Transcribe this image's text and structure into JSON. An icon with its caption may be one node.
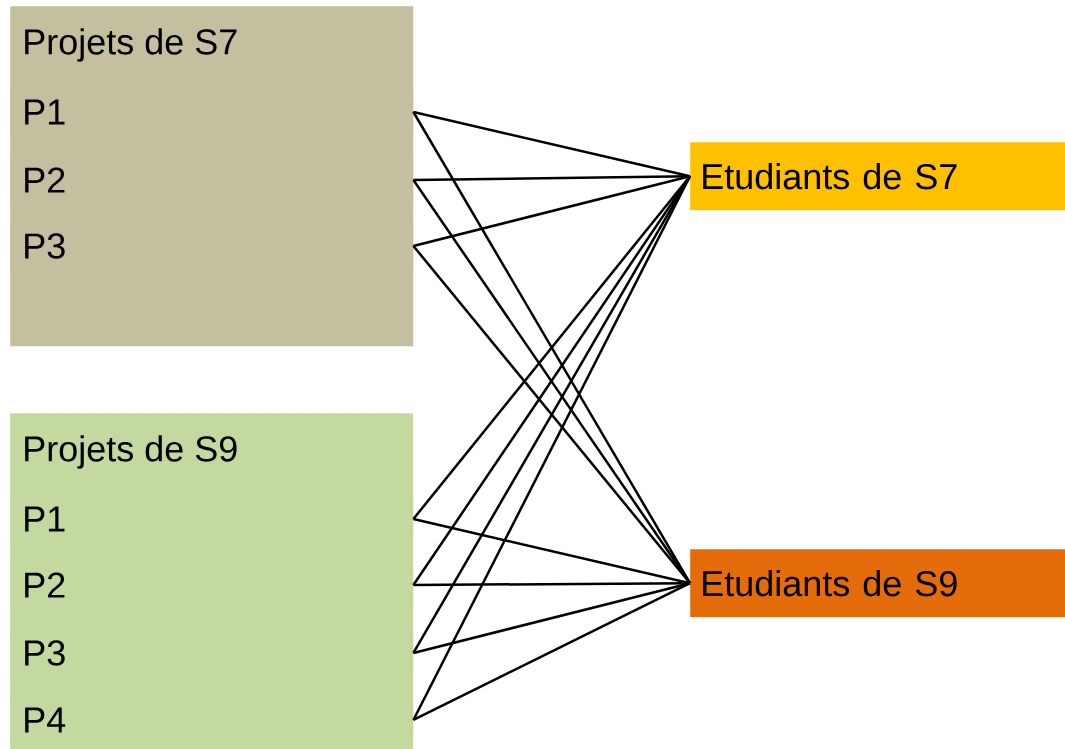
{
  "diagram": {
    "nodes": [
      {
        "text": [
          "Projets de S7"
        ]
      },
      {
        "text": [
          "P1"
        ],
        "in": 0
      },
      {
        "text": [
          "P2"
        ],
        "in": 0
      },
      {
        "text": [
          "P3"
        ],
        "in": 0
      },
      {
        "text": [
          "Projets de S9"
        ]
      },
      {
        "text": [
          "P1"
        ],
        "in": 4
      },
      {
        "text": [
          "P2"
        ],
        "in": 4
      },
      {
        "text": [
          "P3"
        ],
        "in": 4
      },
      {
        "text": [
          "P4"
        ],
        "in": 4
      },
      {
        "text": [
          "Etudiants de S7"
        ]
      },
      {
        "text": [
          "Etudiants de S9"
        ]
      }
    ],
    "edges": [
      {
        "from": 1,
        "to": 9,
        "arrow": "none"
      },
      {
        "from": 1,
        "to": 10,
        "arrow": "none"
      },
      {
        "from": 2,
        "to": 9,
        "arrow": "none"
      },
      {
        "from": 2,
        "to": 10,
        "arrow": "none"
      },
      {
        "from": 3,
        "to": 9,
        "arrow": "none"
      },
      {
        "from": 3,
        "to": 10,
        "arrow": "none"
      },
      {
        "from": 5,
        "to": 9,
        "arrow": "none"
      },
      {
        "from": 5,
        "to": 10,
        "arrow": "none"
      },
      {
        "from": 6,
        "to": 9,
        "arrow": "none"
      },
      {
        "from": 6,
        "to": 10,
        "arrow": "none"
      },
      {
        "from": 7,
        "to": 9,
        "arrow": "none"
      },
      {
        "from": 7,
        "to": 10,
        "arrow": "none"
      },
      {
        "from": 8,
        "to": 9,
        "arrow": "none"
      },
      {
        "from": 8,
        "to": 10,
        "arrow": "none"
      }
    ]
  }
}
